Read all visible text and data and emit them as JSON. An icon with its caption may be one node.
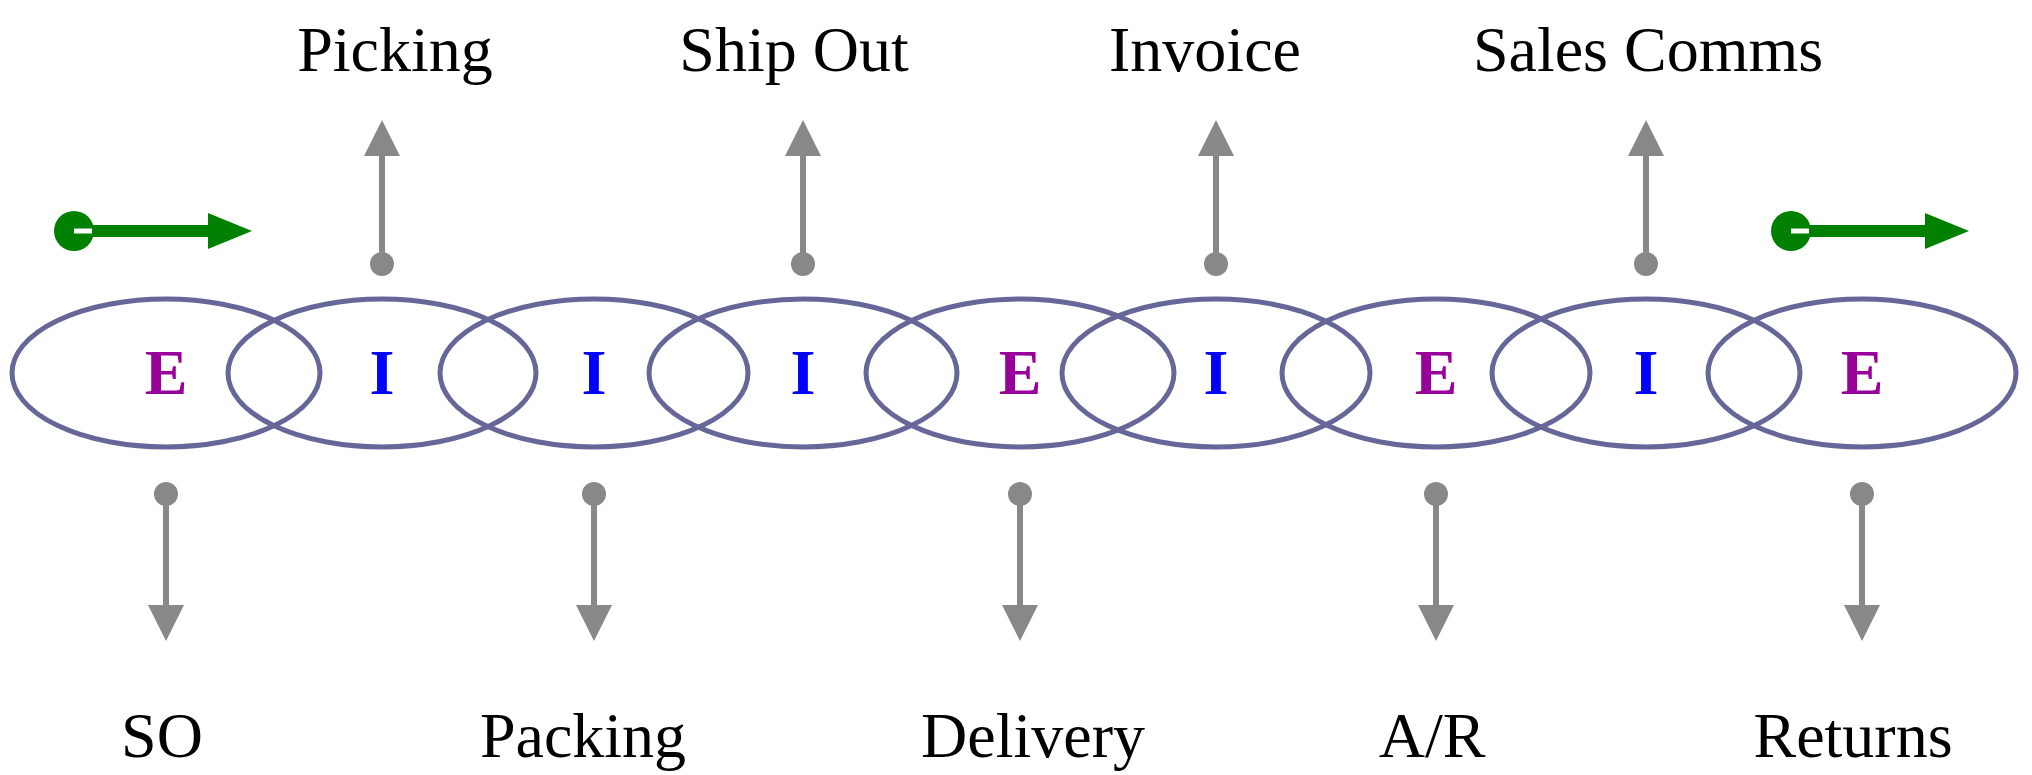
{
  "diagram": {
    "nodes": [
      {
        "text": [
          "E"
        ]
      },
      {
        "text": [
          "I"
        ]
      },
      {
        "text": [
          "I"
        ]
      },
      {
        "text": [
          "I"
        ]
      },
      {
        "text": [
          "E"
        ]
      },
      {
        "text": [
          "I"
        ]
      },
      {
        "text": [
          "E"
        ]
      },
      {
        "text": [
          "I"
        ]
      },
      {
        "text": [
          "E"
        ]
      },
      {
        "text": [
          "Picking"
        ]
      },
      {
        "text": [
          "Ship Out"
        ]
      },
      {
        "text": [
          "Invoice"
        ]
      },
      {
        "text": [
          "Sales Comms"
        ]
      },
      {
        "text": [
          "SO"
        ]
      },
      {
        "text": [
          "Packing"
        ]
      },
      {
        "text": [
          "Delivery"
        ]
      },
      {
        "text": [
          "A/R"
        ]
      },
      {
        "text": [
          "Returns"
        ]
      }
    ],
    "edges": [
      {
        "from": 1,
        "to": 9,
        "arrow": "to"
      },
      {
        "from": 3,
        "to": 10,
        "arrow": "to"
      },
      {
        "from": 5,
        "to": 11,
        "arrow": "to"
      },
      {
        "from": 7,
        "to": 12,
        "arrow": "to"
      },
      {
        "from": 0,
        "to": 13,
        "arrow": "to"
      },
      {
        "from": 2,
        "to": 14,
        "arrow": "to"
      },
      {
        "from": 4,
        "to": 15,
        "arrow": "to"
      },
      {
        "from": 6,
        "to": 16,
        "arrow": "to"
      },
      {
        "from": 8,
        "to": 17,
        "arrow": "to"
      }
    ]
  }
}
